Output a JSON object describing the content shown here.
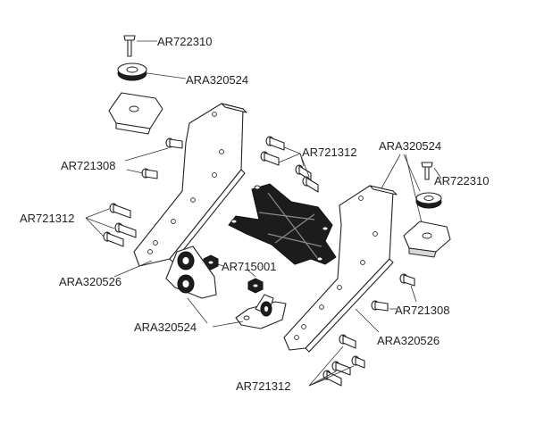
{
  "labels": {
    "top_screw": "AR722310",
    "top_washer": "ARA320524",
    "bolts_a": "AR721308",
    "bolts_b": "AR721312",
    "left_plate": "ARA320526",
    "center_bolts": "AR721312",
    "right_group": "ARA320524",
    "right_screw": "AR722310",
    "nuts": "AR715001",
    "lower_mount": "ARA320524",
    "right_bolts_a": "AR721308",
    "right_plate": "ARA320526",
    "bottom_bolts": "AR721312"
  }
}
